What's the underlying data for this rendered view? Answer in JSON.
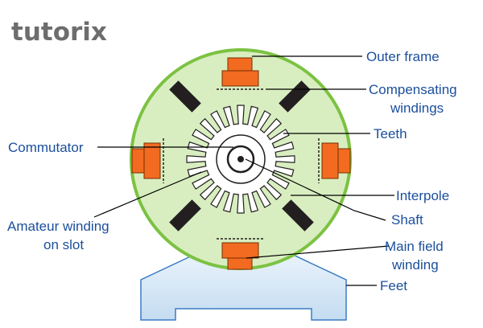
{
  "logo": {
    "text": "tutorix",
    "brand_color": "#6d6d6d"
  },
  "labels": {
    "outer_frame": "Outer frame",
    "compensating_1": "Compensating",
    "compensating_2": "windings",
    "teeth": "Teeth",
    "commutator": "Commutator",
    "interpole": "Interpole",
    "amateur_1": "Amateur winding",
    "amateur_2": "on slot",
    "shaft": "Shaft",
    "main_field_1": "Main field",
    "main_field_2": "winding",
    "feet": "Feet"
  },
  "colors": {
    "label_text": "#1b4f9c",
    "stator_fill": "#d8eec0",
    "stator_rim": "#7cc242",
    "pole_orange": "#f26b21",
    "interpole_black": "#231f20",
    "feet_fill": "#d0e4f5",
    "leader_line": "#000000"
  },
  "icons": [
    "tutorix-logo"
  ]
}
